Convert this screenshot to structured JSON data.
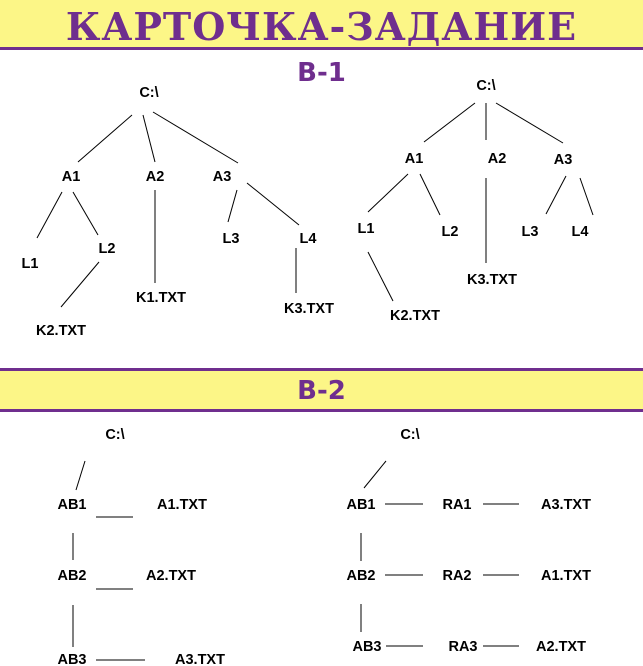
{
  "header": {
    "title": "КАРТОЧКА-ЗАДАНИЕ"
  },
  "variants": {
    "v1": "В-1",
    "v2": "В-2"
  },
  "tree1": {
    "root": "C:\\",
    "a1": "A1",
    "a2": "A2",
    "a3": "A3",
    "l1": "L1",
    "l2": "L2",
    "l3": "L3",
    "l4": "L4",
    "k2": "K2.TXT",
    "k1": "K1.TXT",
    "k3": "K3.TXT"
  },
  "tree2": {
    "root": "C:\\",
    "a1": "A1",
    "a2": "A2",
    "a3": "A3",
    "l1": "L1",
    "l2": "L2",
    "l3": "L3",
    "l4": "L4",
    "k2": "K2.TXT",
    "k3": "K3.TXT"
  },
  "tree3": {
    "root": "C:\\",
    "ab1": "AB1",
    "ab2": "AB2",
    "ab3": "AB3",
    "f1": "A1.TXT",
    "f2": "A2.TXT",
    "f3": "A3.TXT"
  },
  "tree4": {
    "root": "C:\\",
    "ab1": "AB1",
    "ab2": "AB2",
    "ab3": "AB3",
    "ra1": "RA1",
    "ra2": "RA2",
    "ra3": "RA3",
    "f1": "A3.TXT",
    "f2": "A1.TXT",
    "f3": "A2.TXT"
  }
}
